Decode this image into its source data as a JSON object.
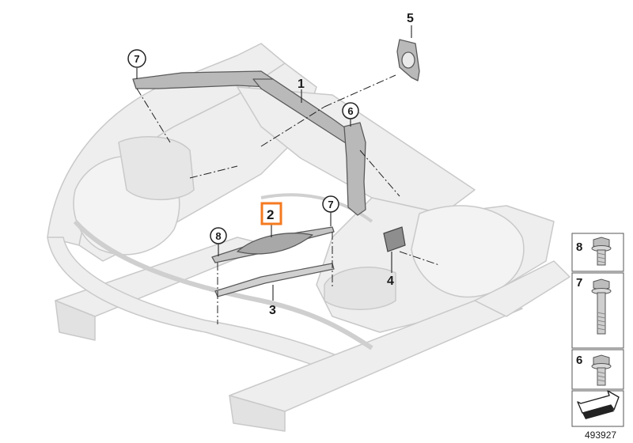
{
  "callouts": {
    "c1": "1",
    "c2": "2",
    "c3": "3",
    "c4": "4",
    "c5": "5",
    "c6": "6",
    "c7a": "7",
    "c7b": "7",
    "c8": "8"
  },
  "legend": {
    "items": [
      {
        "label": "8",
        "icon": "flange-bolt-short-icon"
      },
      {
        "label": "7",
        "icon": "flange-bolt-long-icon"
      },
      {
        "label": "6",
        "icon": "flange-bolt-medium-icon"
      }
    ],
    "arrow_icon": "direction-arrow-icon"
  },
  "document_id": "493927",
  "colors": {
    "frame_fill": "#eeeeee",
    "frame_stroke": "#c9c9c9",
    "part_fill": "#b9b9b9",
    "part_stroke": "#5a5a5a",
    "highlight": "#f47a20",
    "leader": "#222222"
  }
}
